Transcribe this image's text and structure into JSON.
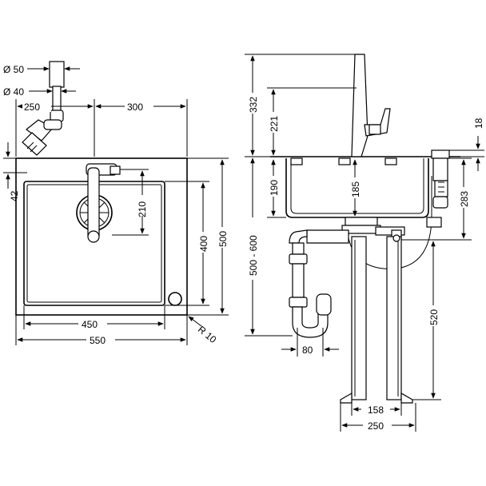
{
  "diagram": {
    "plan_view": {
      "dim_phi50": "Ø 50",
      "dim_phi40": "Ø 40",
      "dim_250": "250",
      "dim_300": "300",
      "dim_42": "42",
      "dim_210": "210",
      "dim_400": "400",
      "dim_500": "500",
      "dim_450": "450",
      "dim_550": "550",
      "dim_r10": "R 10"
    },
    "side_view": {
      "dim_332": "332",
      "dim_221": "221",
      "dim_18": "18",
      "dim_190": "190",
      "dim_185": "185",
      "dim_283": "283",
      "dim_500_600": "500 - 600",
      "dim_520": "520",
      "dim_80": "80",
      "dim_158": "158",
      "dim_250": "250"
    }
  }
}
